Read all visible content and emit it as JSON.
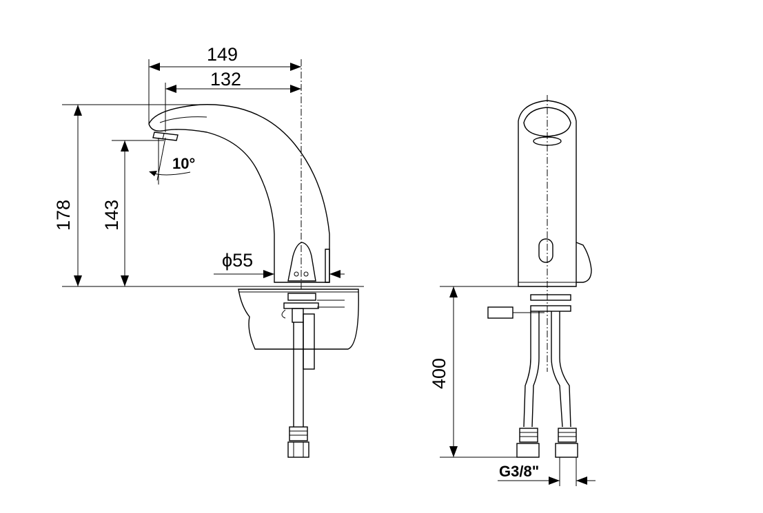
{
  "dimensions": {
    "overall_reach": "149",
    "spout_reach": "132",
    "overall_height": "178",
    "spout_height": "143",
    "spray_angle": "10°",
    "base_diameter": "ϕ55",
    "hose_length": "400",
    "connection_thread": "G3/8\""
  }
}
